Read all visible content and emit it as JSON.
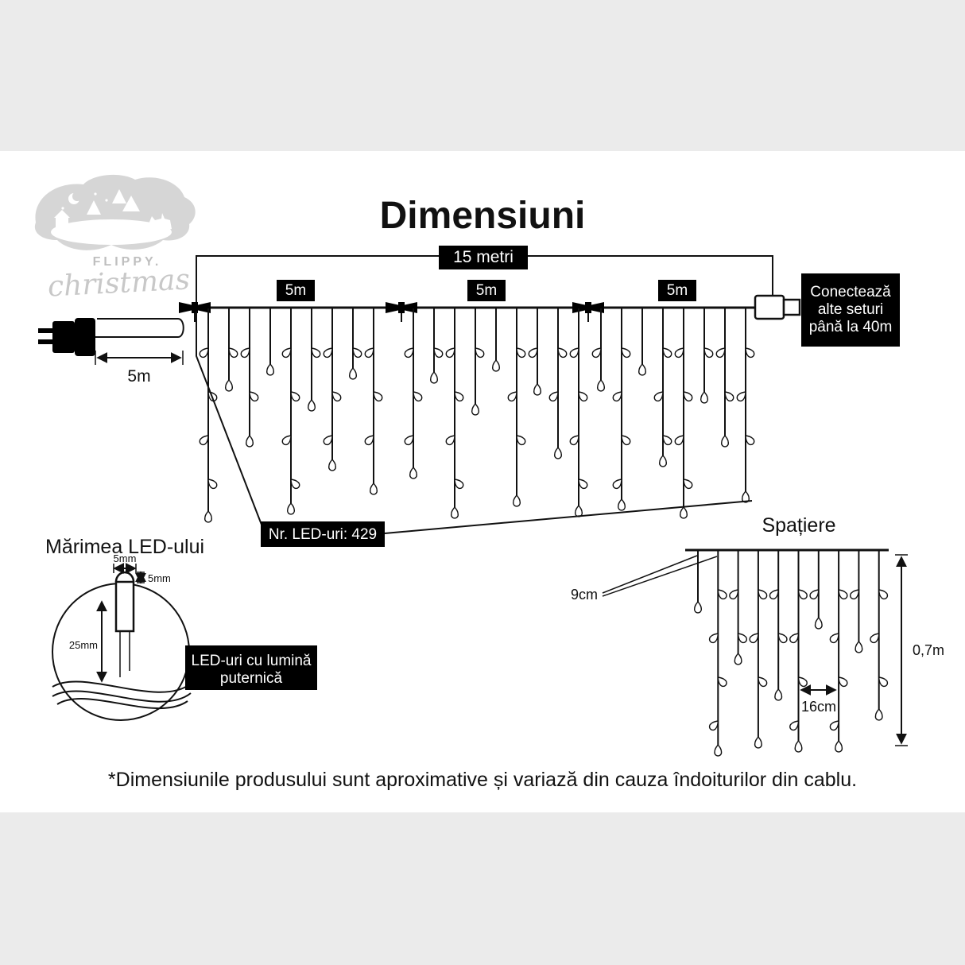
{
  "title": "Dimensiuni",
  "logo": {
    "brand_top": "FLIPPY.",
    "brand_script": "christmas"
  },
  "measurements": {
    "total_length": "15 metri",
    "segments": [
      "5m",
      "5m",
      "5m"
    ],
    "lead_length": "5m",
    "led_count": "Nr. LED-uri: 429"
  },
  "connect_box": {
    "line1": "Conectează",
    "line2": "alte seturi",
    "line3": "până la 40m"
  },
  "led_size": {
    "heading": "Mărimea LED-ului",
    "width_label": "5mm",
    "tip_label": "5mm",
    "height_label": "25mm",
    "feature_line1": "LED-uri cu lumină",
    "feature_line2": "puternică"
  },
  "spacing": {
    "heading": "Spațiere",
    "drop_gap": "9cm",
    "horizontal_gap": "16cm",
    "drop_height": "0,7m"
  },
  "footnote": "*Dimensiunile produsului sunt aproximative și variază din cauza îndoiturilor din cablu.",
  "colors": {
    "ink": "#111111",
    "box_bg": "#000000",
    "box_text": "#ffffff",
    "logo_gray": "#c8c8c8",
    "background": "#ffffff"
  }
}
